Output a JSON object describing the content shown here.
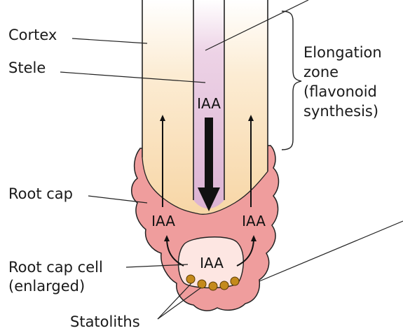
{
  "labels": {
    "cortex": "Cortex",
    "stele": "Stele",
    "elongation_line1": "Elongation",
    "elongation_line2": "zone",
    "elongation_line3": "(flavonoid",
    "elongation_line4": "synthesis)",
    "root_cap": "Root cap",
    "root_cap_cell_line1": "Root cap cell",
    "root_cap_cell_line2": "(enlarged)",
    "statoliths": "Statoliths"
  },
  "iaa": {
    "stele": "IAA",
    "left": "IAA",
    "right": "IAA",
    "cell": "IAA"
  },
  "colors": {
    "cortex_fill": "#f9dfb8",
    "stele_fill": "#e3bfda",
    "root_cap_fill": "#ef9d9d",
    "cap_cell_fill": "#fde6e2",
    "statolith_fill": "#c48a1c",
    "outline": "#222222"
  }
}
